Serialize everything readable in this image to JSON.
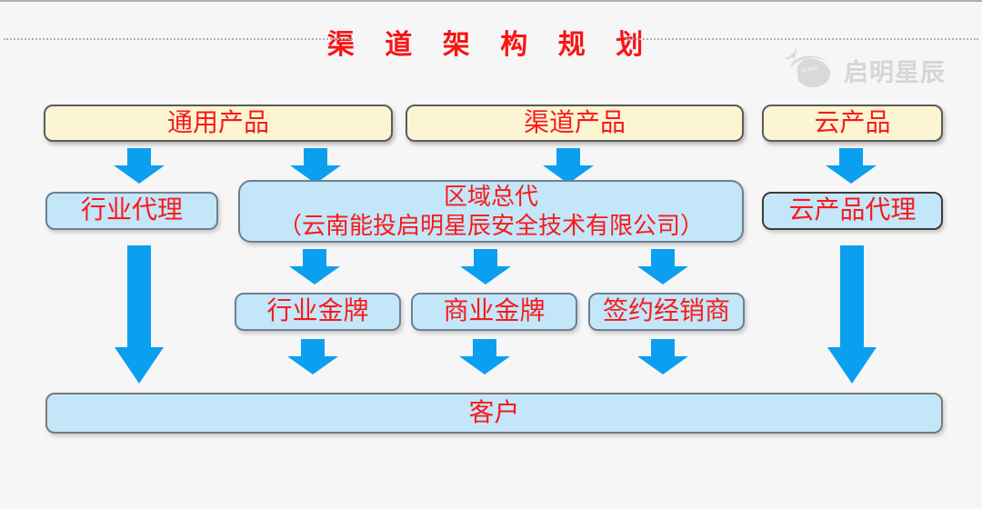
{
  "colors": {
    "background": "#f6f6f6",
    "title-red": "#fa1414",
    "text-red": "#fa1919",
    "arrow-blue": "#0b9ff0",
    "yellow-fill": "#fbf5d3",
    "blue-fill": "#c3e6f8",
    "logo-gray": "#d6d6d6"
  },
  "header": {
    "title": "渠 道 架 构 规 划",
    "logo": {
      "icon": "venus-swoosh-icon",
      "icon_word": "Venus",
      "brand": "启明星辰"
    }
  },
  "nodes": {
    "general_products": "通用产品",
    "channel_products": "渠道产品",
    "cloud_products": "云产品",
    "industry_agent": "行业代理",
    "regional_distributor_line1": "区域总代",
    "regional_distributor_line2": "（云南能投启明星辰安全技术有限公司）",
    "cloud_agent": "云产品代理",
    "industry_gold": "行业金牌",
    "commercial_gold": "商业金牌",
    "contracted_dealer": "签约经销商",
    "customer": "客户"
  }
}
